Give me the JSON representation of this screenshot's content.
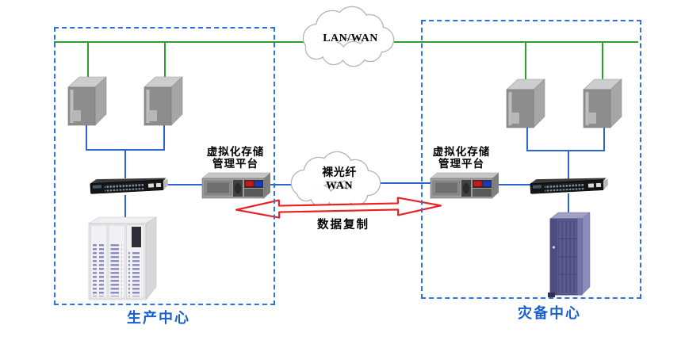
{
  "diagram": {
    "clouds": {
      "lan_wan": {
        "label": "LAN/WAN"
      },
      "fiber": {
        "line1": "裸光纤",
        "line2": "WAN"
      }
    },
    "replication_label": "数据复制",
    "sites": {
      "production": {
        "name": "生产中心",
        "platform": {
          "line1": "虚拟化存储",
          "line2": "管理平台"
        }
      },
      "disaster_recovery": {
        "name": "灾备中心",
        "platform": {
          "line1": "虚拟化存储",
          "line2": "管理平台"
        }
      }
    },
    "icons": {
      "server": "tower-server-icon",
      "switch": "ethernet-switch-icon",
      "appliance": "storage-gateway-icon",
      "storage_production": "disk-array-icon",
      "storage_dr": "storage-cabinet-icon",
      "lan_cloud": "cloud-icon",
      "fiber_cloud": "cloud-icon",
      "replication": "double-arrow-icon"
    },
    "colors": {
      "site_border": "#2f6fe0",
      "lan_link": "#2e9e2e",
      "san_link": "#2c66cc",
      "replication_arrow": "#e82222",
      "site_label": "#1a5fd0",
      "cloud_outline": "#b3b3b3"
    }
  }
}
